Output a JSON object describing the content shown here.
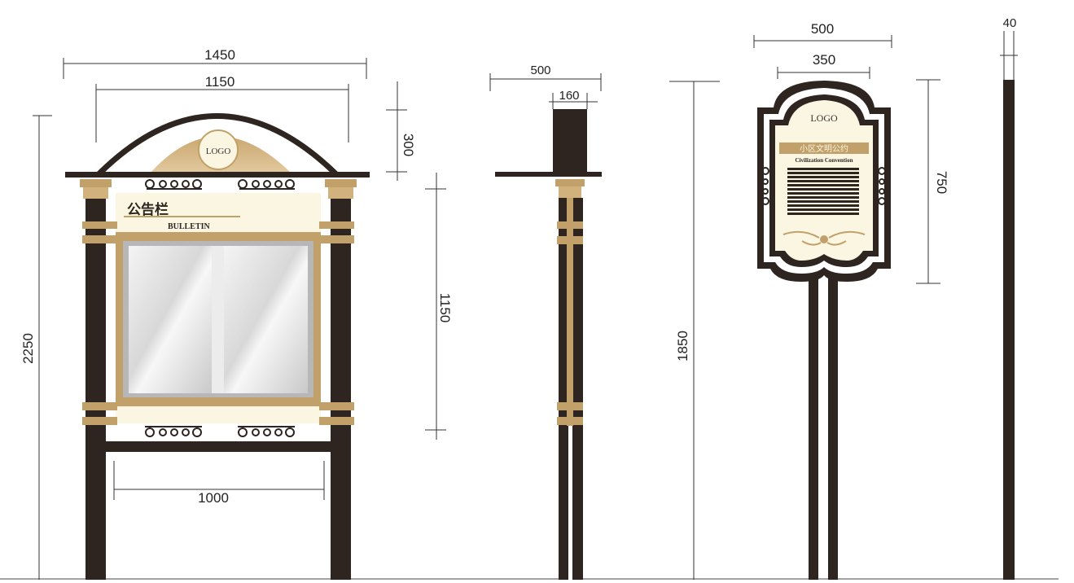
{
  "bulletin": {
    "logo": "LOGO",
    "title_cn": "公告栏",
    "title_en": "BULLETIN"
  },
  "sign": {
    "logo": "LOGO",
    "title_cn": "小区文明公约",
    "title_en": "Civilization Convention"
  },
  "dimensions": {
    "bulletin_total_width": "1450",
    "bulletin_inner_width": "1150",
    "bulletin_arch_height": "300",
    "bulletin_total_height": "2250",
    "bulletin_board_height": "1150",
    "bulletin_leg_span": "1000",
    "side_width": "500",
    "side_post_width": "160",
    "sign_total_width": "500",
    "sign_inner_width": "350",
    "sign_board_height": "750",
    "sign_total_height": "1850",
    "sign_thickness": "40"
  },
  "colors": {
    "frame_dark": "#2e2520",
    "gold": "#c2a06a",
    "cream_panel": "#fbf6e2"
  }
}
